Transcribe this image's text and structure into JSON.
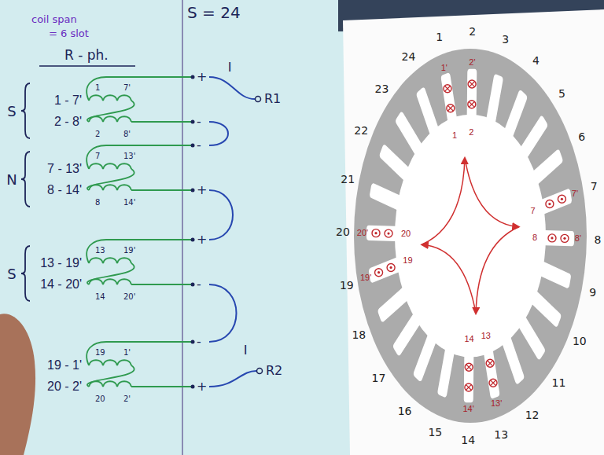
{
  "diagram": {
    "labels": [
      "S = 24",
      "coil span",
      "= 6 slot",
      "R - ph.",
      "S",
      "N",
      "S",
      "1 - 7'",
      "2 - 8'",
      "7 - 13'",
      "8 - 14'",
      "13 - 19'",
      "14 - 20'",
      "19 - 1'",
      "20 - 2'",
      "1",
      "7'",
      "2",
      "8'",
      "7",
      "13'",
      "8",
      "14'",
      "13",
      "19'",
      "14",
      "20'",
      "19",
      "1'",
      "20",
      "2'",
      "+",
      "-",
      "-",
      "+",
      "+",
      "-",
      "-",
      "+",
      "I",
      "R1",
      "I",
      "R2",
      "1",
      "2",
      "3",
      "4",
      "5",
      "6",
      "7",
      "8",
      "9",
      "10",
      "11",
      "12",
      "13",
      "14",
      "15",
      "16",
      "17",
      "18",
      "19",
      "20",
      "21",
      "22",
      "23",
      "24",
      "1",
      "1'",
      "2",
      "2'",
      "7",
      "7'",
      "8",
      "8'",
      "13",
      "13'",
      "14",
      "14'",
      "19",
      "19'",
      "20",
      "20'"
    ]
  }
}
